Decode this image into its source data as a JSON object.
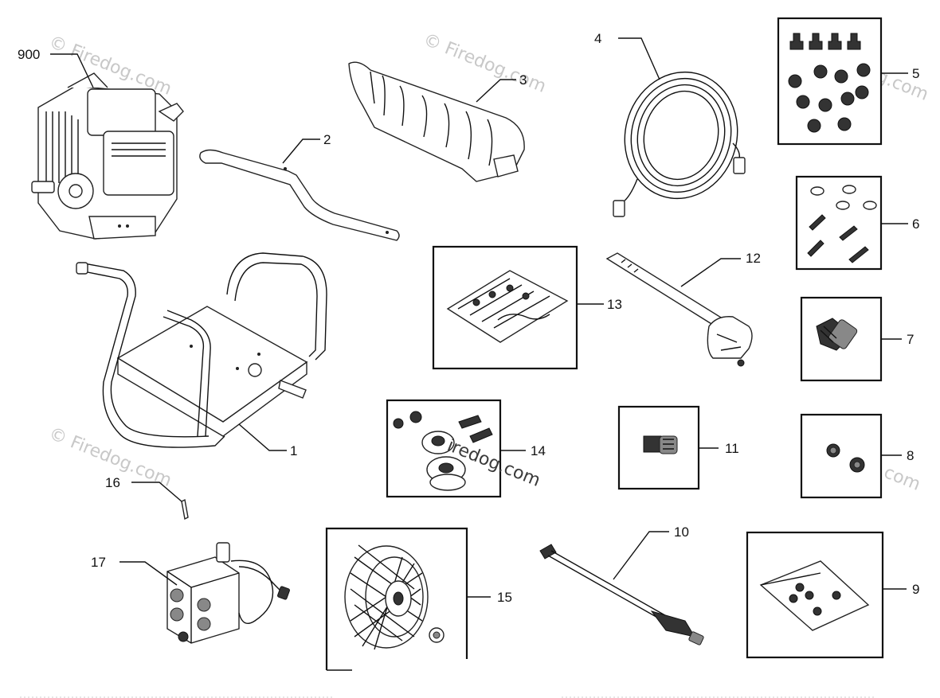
{
  "watermark": "© Firedog.com",
  "watermark_center": "iredog.com",
  "callouts": {
    "c1": "1",
    "c2": "2",
    "c3": "3",
    "c4": "4",
    "c5": "5",
    "c6": "6",
    "c7": "7",
    "c8": "8",
    "c9": "9",
    "c10": "10",
    "c11": "11",
    "c12": "12",
    "c13": "13",
    "c14": "14",
    "c15": "15",
    "c16": "16",
    "c17": "17",
    "c900": "900"
  }
}
